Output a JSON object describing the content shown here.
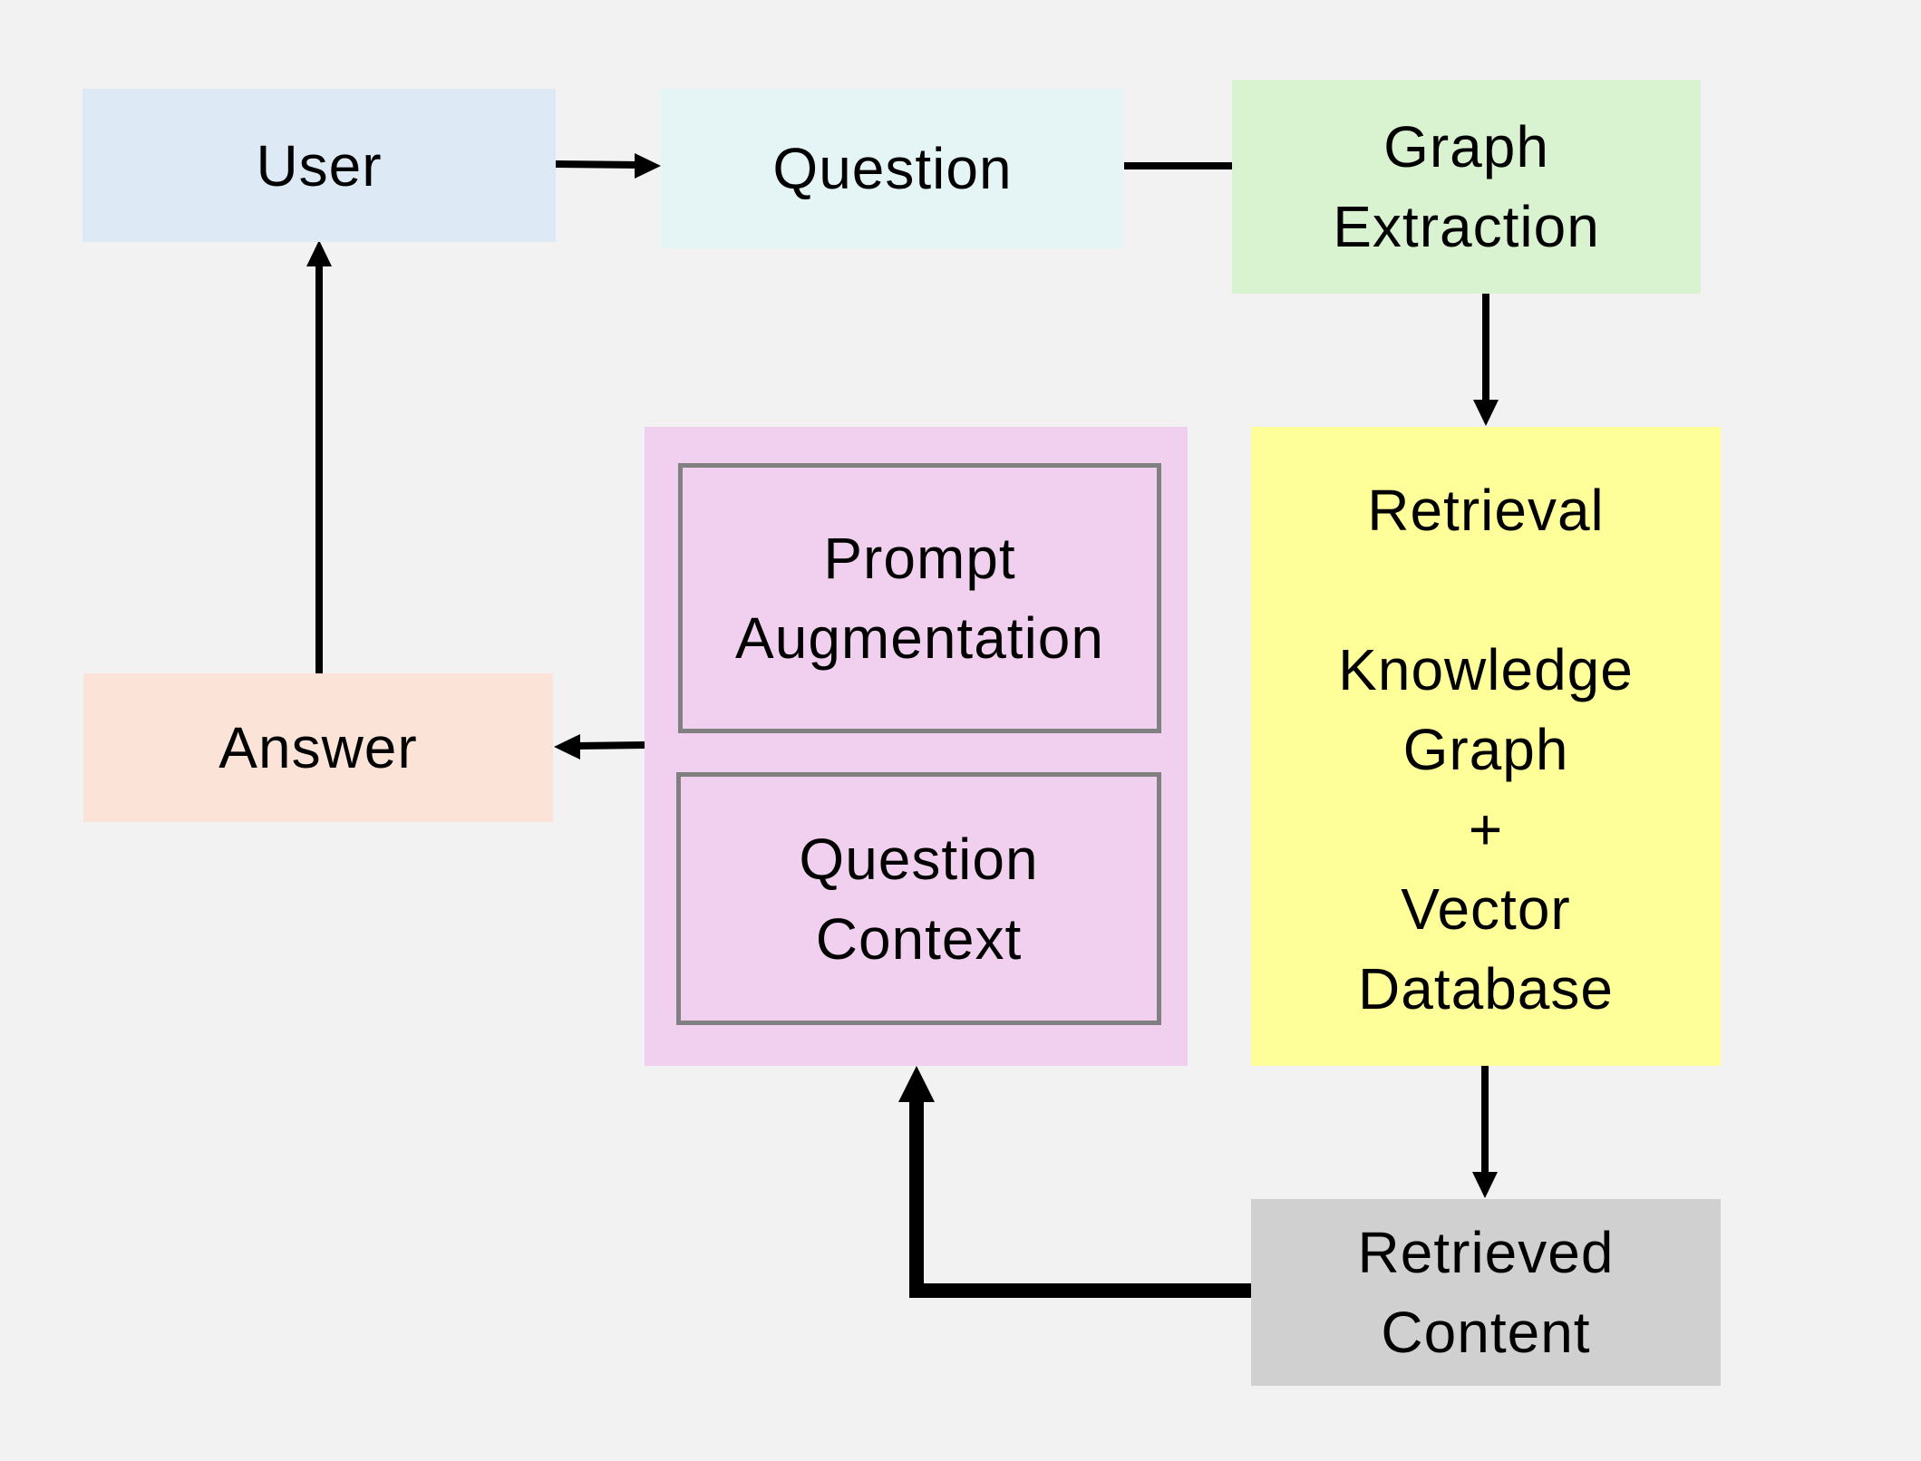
{
  "nodes": {
    "user": "User",
    "question": "Question",
    "graph_extraction": [
      "Graph",
      "Extraction"
    ],
    "answer": "Answer",
    "prompt_augmentation": [
      "Prompt",
      "Augmentation"
    ],
    "question_context": [
      "Question",
      "Context"
    ],
    "retrieval_title": "Retrieval",
    "retrieval_body": [
      "Knowledge",
      "Graph",
      "+",
      "Vector",
      "Database"
    ],
    "retrieved_content": [
      "Retrieved",
      "Content"
    ]
  },
  "colors": {
    "background": "#f2f2f2",
    "user": "#ddeaf6",
    "question": "#e5f5f5",
    "graph_extraction": "#d9f2d0",
    "answer": "#fce3d8",
    "augmentation_panel": "#f1cfee",
    "inner_border": "#808080",
    "retrieval": "#ffff99",
    "retrieved_content": "#d0d0d0",
    "arrow": "#000000"
  },
  "edges": [
    {
      "from": "user",
      "to": "question"
    },
    {
      "from": "question",
      "to": "graph_extraction"
    },
    {
      "from": "graph_extraction",
      "to": "retrieval"
    },
    {
      "from": "retrieval",
      "to": "retrieved_content"
    },
    {
      "from": "retrieved_content",
      "to": "augmentation_panel"
    },
    {
      "from": "augmentation_panel",
      "to": "answer"
    },
    {
      "from": "answer",
      "to": "user"
    }
  ]
}
